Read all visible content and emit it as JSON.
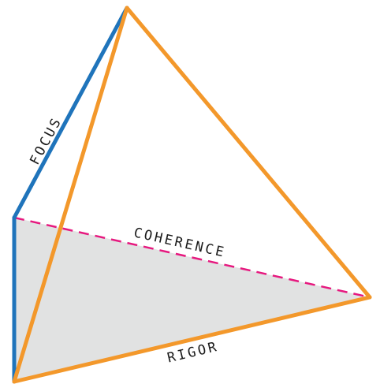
{
  "diagram": {
    "labels": {
      "focus": "FOCUS",
      "coherence": "COHERENCE",
      "rigor": "RIGOR"
    },
    "colors": {
      "focus_edge": "#1f74bb",
      "orange_edges": "#f3982b",
      "coherence_edge": "#e6197f",
      "base_fill": "#e1e2e2",
      "label_text": "#1a1a1a"
    }
  }
}
